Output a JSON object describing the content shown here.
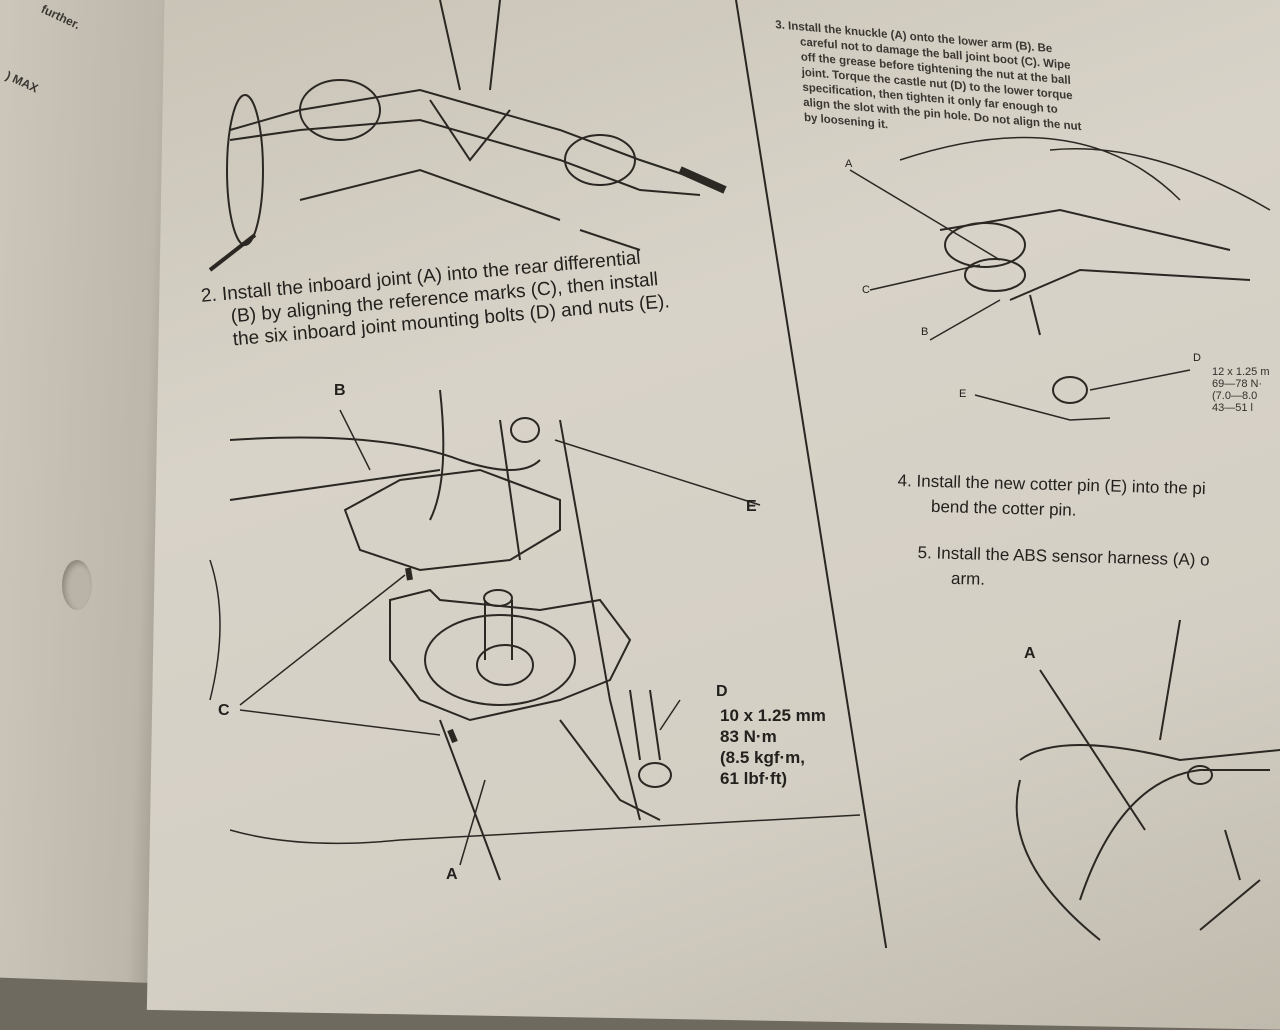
{
  "prev_page": {
    "line1": "further.",
    "line2": ") MAX"
  },
  "step2": {
    "lines": [
      "2. Install the inboard joint (A) into the rear differential",
      "(B) by aligning the reference marks (C), then install",
      "the six inboard joint mounting bolts (D) and nuts (E)."
    ]
  },
  "diagram2": {
    "labels": {
      "A": "A",
      "B": "B",
      "C": "C",
      "D": "D",
      "E": "E"
    },
    "spec": [
      "10 x 1.25 mm",
      "83 N·m",
      "(8.5 kgf·m,",
      "61 lbf·ft)"
    ]
  },
  "step3": {
    "lines": [
      "3. Install the knuckle (A) onto the lower arm (B). Be",
      "careful not to damage the ball joint boot (C). Wipe",
      "off the grease before tightening the nut at the ball",
      "joint. Torque the castle nut (D) to the lower torque",
      "specification, then tighten it only far enough to",
      "align the slot with the pin hole. Do not align the nut",
      "by loosening it."
    ]
  },
  "diagram3": {
    "labels": {
      "A": "A",
      "B": "B",
      "C": "C",
      "D": "D",
      "E": "E"
    },
    "spec": [
      "12 x 1.25 m",
      "69—78 N·",
      "(7.0—8.0",
      "43—51 l"
    ]
  },
  "step4": {
    "lines": [
      "4. Install the new cotter pin (E) into the pi",
      "bend the cotter pin."
    ]
  },
  "step5": {
    "lines": [
      "5. Install the ABS sensor harness (A) o",
      "arm."
    ]
  },
  "diagram5": {
    "labels": {
      "A": "A"
    }
  }
}
